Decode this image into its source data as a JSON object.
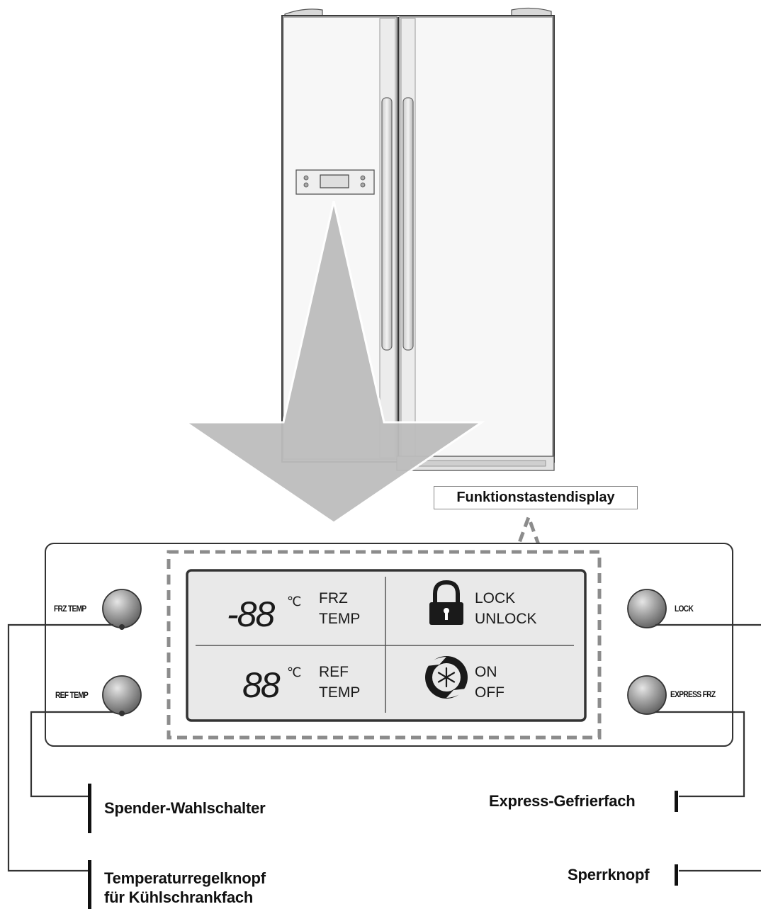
{
  "display_title": "Funktionstastendisplay",
  "knobs": {
    "frz_temp": "FRZ TEMP",
    "ref_temp": "REF TEMP",
    "lock": "LOCK",
    "express_frz": "EXPRESS FRZ"
  },
  "lcd": {
    "frz_digits": "-88",
    "ref_digits": "88",
    "degree_unit": "℃",
    "frz_label": [
      "FRZ",
      "TEMP"
    ],
    "ref_label": [
      "REF",
      "TEMP"
    ],
    "lock_label": [
      "LOCK",
      "UNLOCK"
    ],
    "power_label": [
      "ON",
      "OFF"
    ]
  },
  "callouts": {
    "dispenser": "Spender-Wahlschalter",
    "fridge_temp_line1": "Temperaturregelknopf",
    "fridge_temp_line2": "für Kühlschrankfach",
    "express": "Express-Gefrierfach",
    "lock": "Sperrknopf"
  },
  "colors": {
    "arrow": "#bdbdbd",
    "knob": "#9a9a9a",
    "lcd_bg": "#e9e9e9",
    "fridge_body": "#f4f4f4"
  }
}
